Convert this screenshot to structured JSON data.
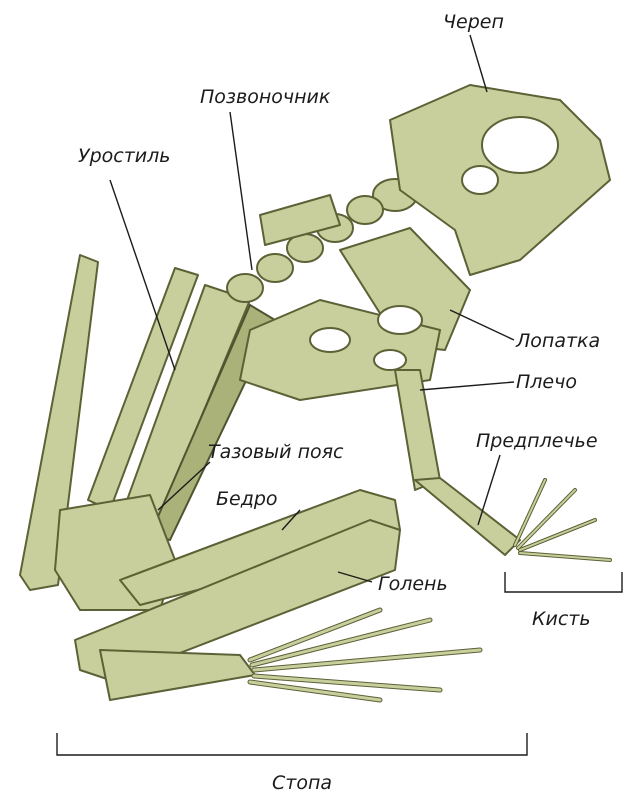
{
  "labels": {
    "skull": "Череп",
    "spine": "Позвоночник",
    "urostyle": "Уростиль",
    "scapula": "Лопатка",
    "shoulder": "Плечо",
    "forearm": "Предплечье",
    "pelvic_girdle": "Тазовый пояс",
    "femur": "Бедро",
    "tibia": "Голень",
    "hand": "Кисть",
    "foot": "Стопа"
  },
  "colors": {
    "bone_fill": "#c9cf9c",
    "bone_shadow": "#aab27a",
    "bone_outline": "#5c6136",
    "label_text": "#1c1c1c"
  }
}
